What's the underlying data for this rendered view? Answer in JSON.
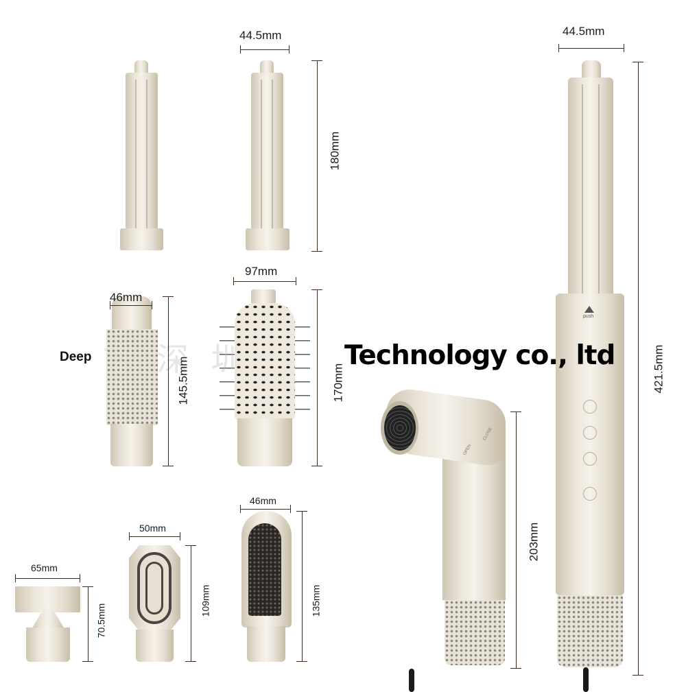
{
  "dimensions": {
    "barrel_width": "44.5mm",
    "barrel_length": "180mm",
    "round_brush_width": "46mm",
    "round_brush_length": "145.5mm",
    "paddle_brush_width": "97mm",
    "paddle_brush_length": "170mm",
    "concentrator_width": "65mm",
    "concentrator_length": "70.5mm",
    "diffuser_width": "50mm",
    "diffuser_length": "109mm",
    "flat_brush_width": "46mm",
    "flat_brush_length": "135mm",
    "dryer_height": "203mm",
    "styler_width": "44.5mm",
    "styler_length": "421.5mm"
  },
  "product_text": {
    "push": "push",
    "open": "OPEN",
    "close": "CLOSE"
  },
  "watermark": {
    "left": "Deep",
    "right": "Technology co., ltd",
    "chinese": "市 深 圳"
  }
}
